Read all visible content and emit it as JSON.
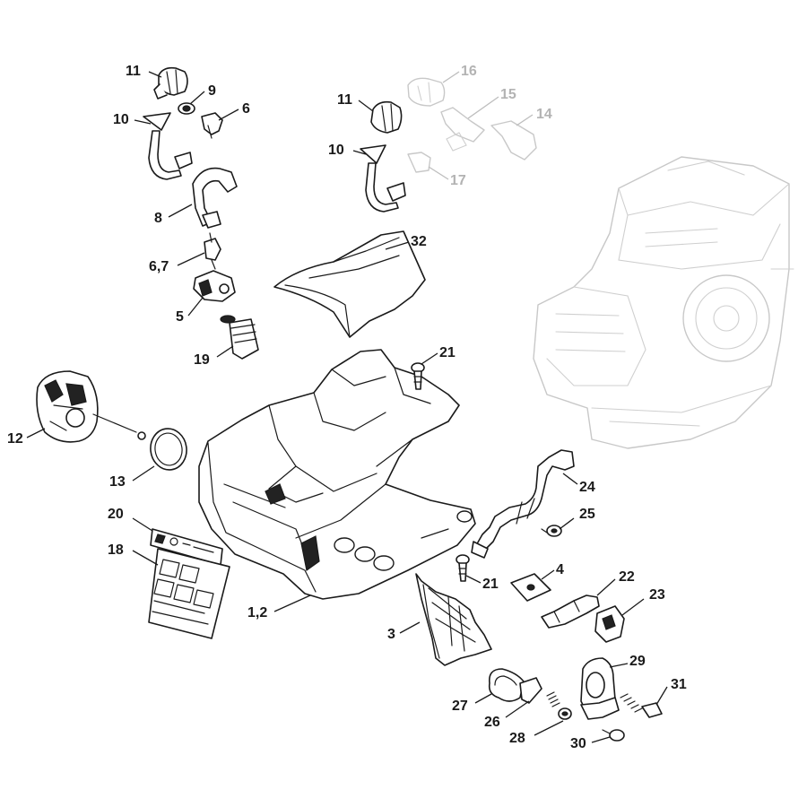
{
  "callouts": [
    {
      "id": "c11a",
      "text": "11",
      "ghost": false
    },
    {
      "id": "c9",
      "text": "9",
      "ghost": false
    },
    {
      "id": "c10a",
      "text": "10",
      "ghost": false
    },
    {
      "id": "c6",
      "text": "6",
      "ghost": false
    },
    {
      "id": "c8",
      "text": "8",
      "ghost": false
    },
    {
      "id": "c67",
      "text": "6,7",
      "ghost": false
    },
    {
      "id": "c5",
      "text": "5",
      "ghost": false
    },
    {
      "id": "c19",
      "text": "19",
      "ghost": false
    },
    {
      "id": "c11b",
      "text": "11",
      "ghost": false
    },
    {
      "id": "c10b",
      "text": "10",
      "ghost": false
    },
    {
      "id": "c16",
      "text": "16",
      "ghost": true
    },
    {
      "id": "c15",
      "text": "15",
      "ghost": true
    },
    {
      "id": "c14",
      "text": "14",
      "ghost": true
    },
    {
      "id": "c17",
      "text": "17",
      "ghost": true
    },
    {
      "id": "c32",
      "text": "32",
      "ghost": false
    },
    {
      "id": "c21a",
      "text": "21",
      "ghost": false
    },
    {
      "id": "c12",
      "text": "12",
      "ghost": false
    },
    {
      "id": "c13",
      "text": "13",
      "ghost": false
    },
    {
      "id": "c20",
      "text": "20",
      "ghost": false
    },
    {
      "id": "c18",
      "text": "18",
      "ghost": false
    },
    {
      "id": "c12b",
      "text": "1,2",
      "ghost": false
    },
    {
      "id": "c21b",
      "text": "21",
      "ghost": false
    },
    {
      "id": "c3",
      "text": "3",
      "ghost": false
    },
    {
      "id": "c24",
      "text": "24",
      "ghost": false
    },
    {
      "id": "c25",
      "text": "25",
      "ghost": false
    },
    {
      "id": "c4",
      "text": "4",
      "ghost": false
    },
    {
      "id": "c22",
      "text": "22",
      "ghost": false
    },
    {
      "id": "c23",
      "text": "23",
      "ghost": false
    },
    {
      "id": "c29",
      "text": "29",
      "ghost": false
    },
    {
      "id": "c27",
      "text": "27",
      "ghost": false
    },
    {
      "id": "c26",
      "text": "26",
      "ghost": false
    },
    {
      "id": "c28",
      "text": "28",
      "ghost": false
    },
    {
      "id": "c31",
      "text": "31",
      "ghost": false
    },
    {
      "id": "c30",
      "text": "30",
      "ghost": false
    }
  ],
  "colors": {
    "line": "#1a1a1a",
    "ghost": "#b3b3b3",
    "background": "#ffffff"
  }
}
